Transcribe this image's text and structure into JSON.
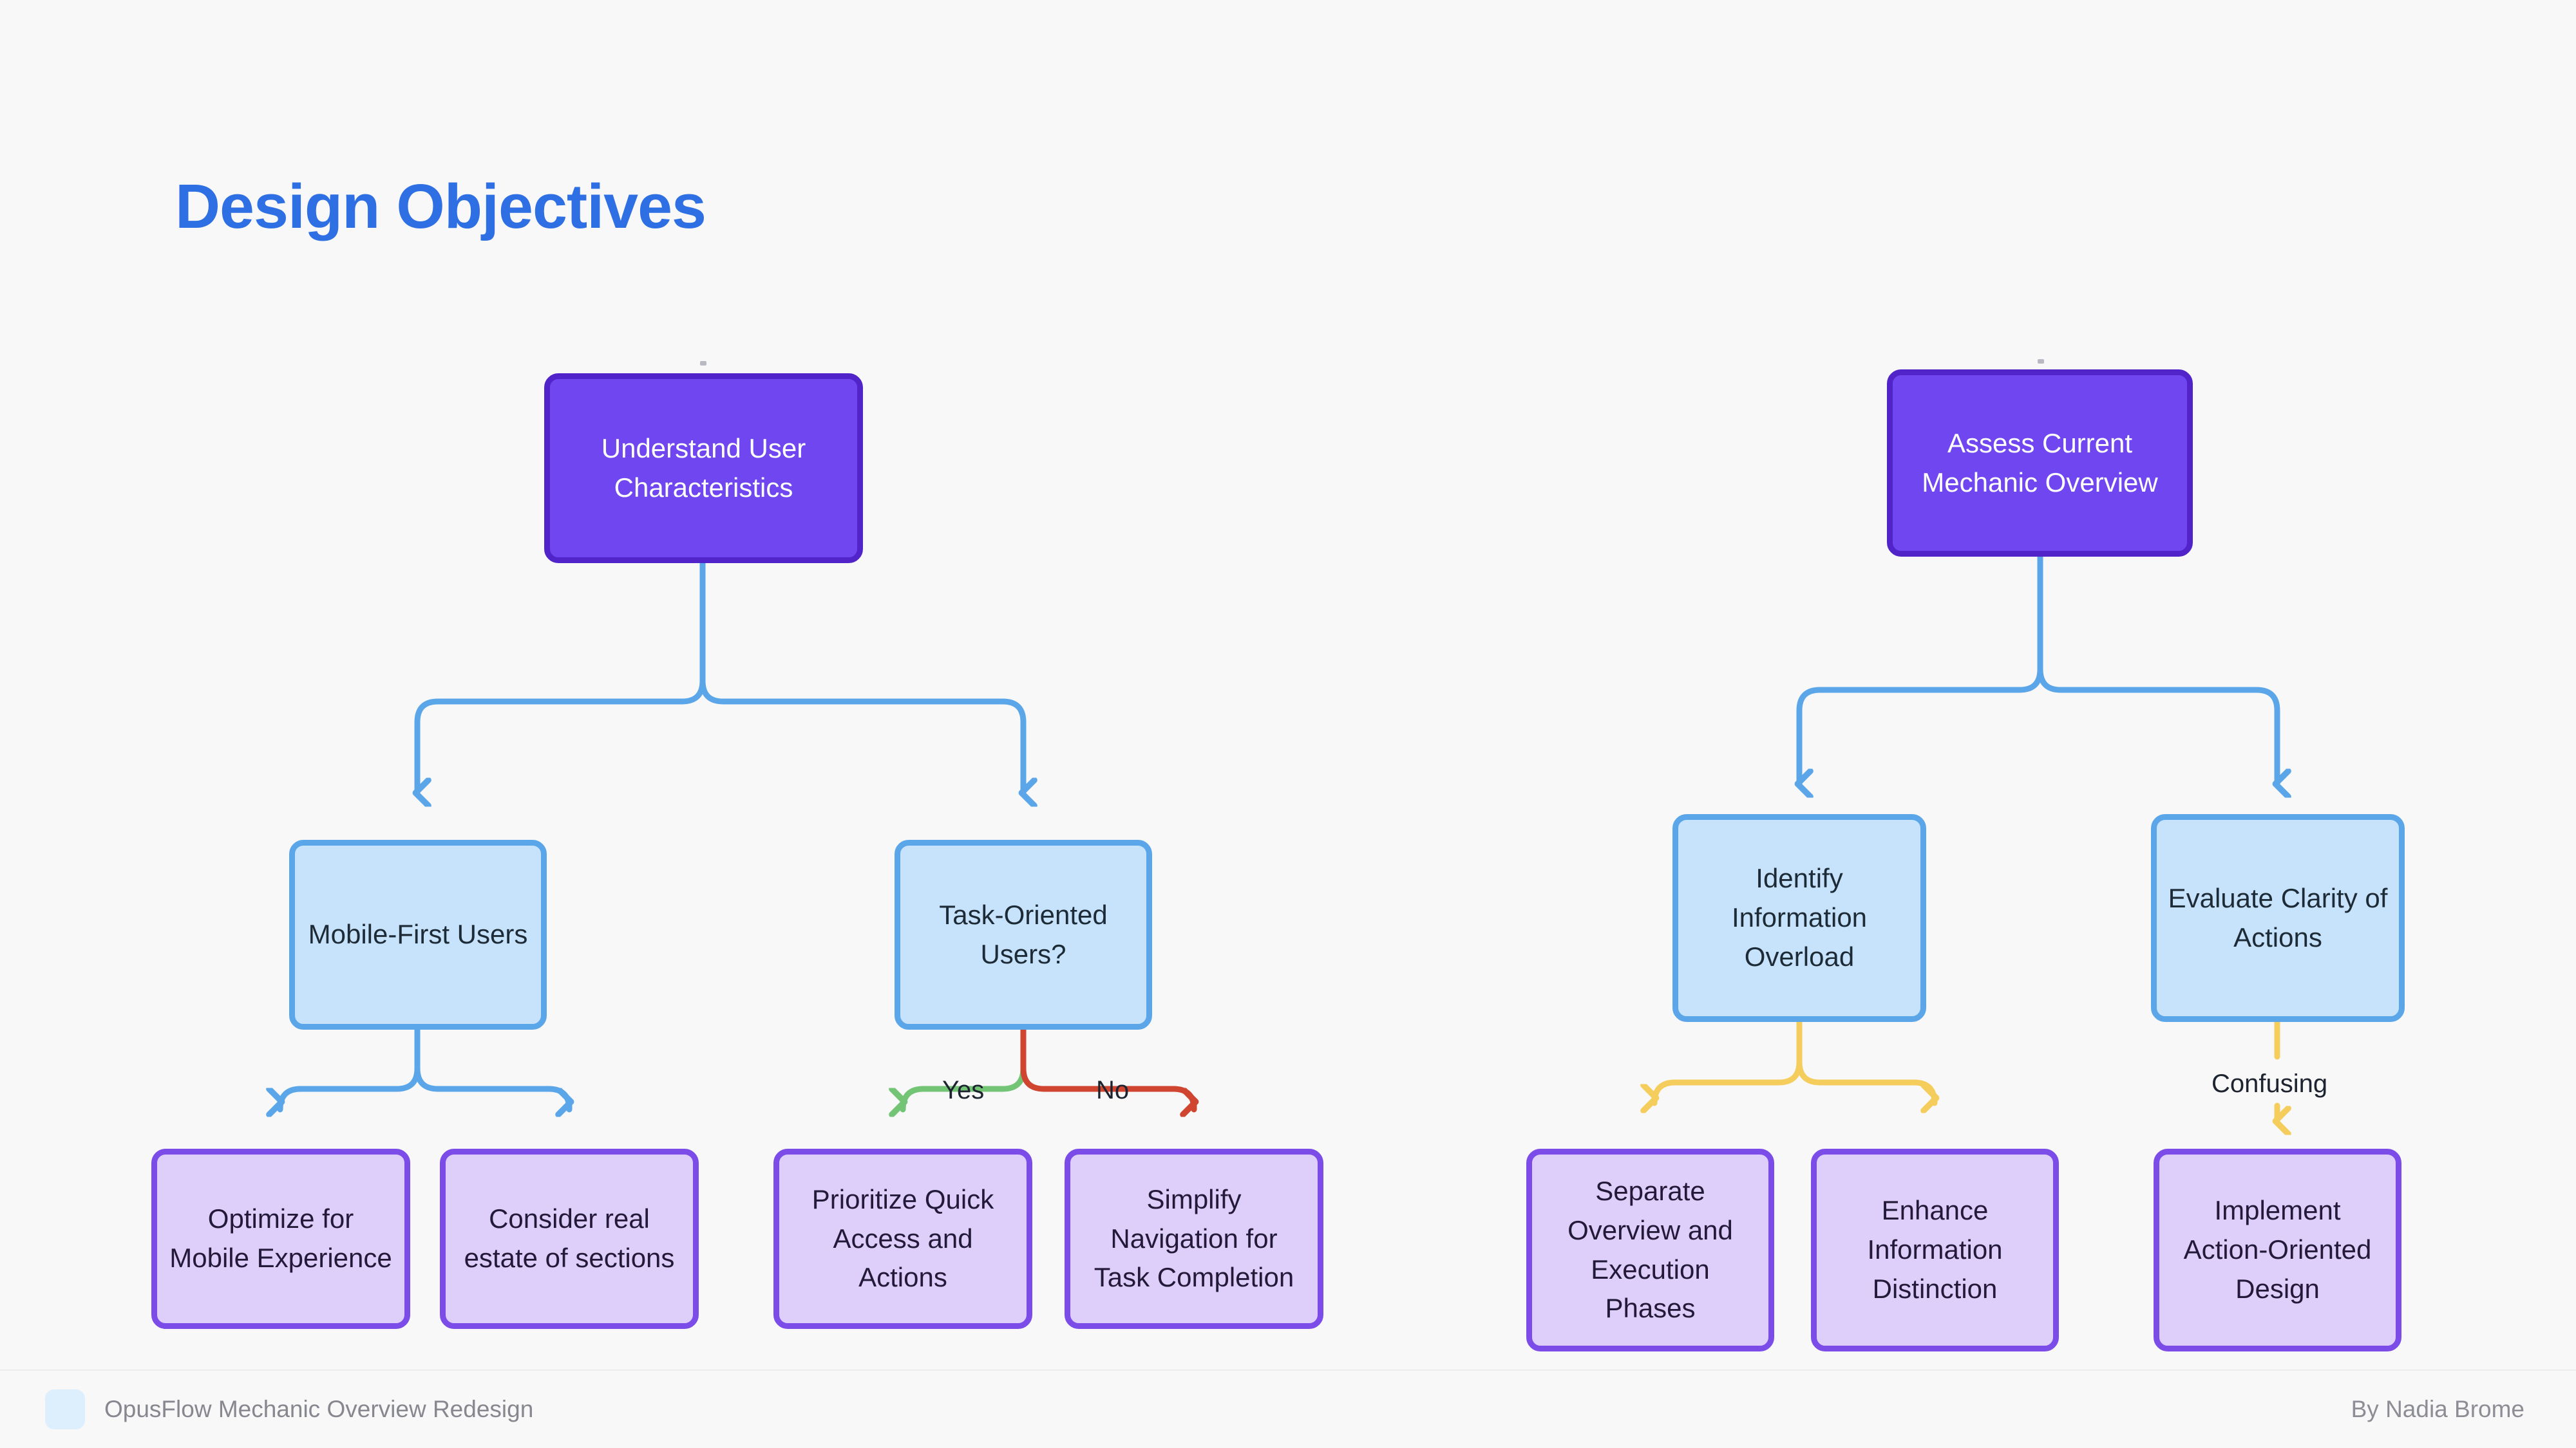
{
  "page": {
    "title": "Design Objectives",
    "title_color": "#2f6fe4",
    "background_color": "#f8f8f9"
  },
  "palette": {
    "root_fill": "#7046f0",
    "root_border": "#5024c8",
    "mid_fill": "#c7e2fb",
    "mid_border": "#5ba6e8",
    "leaf_fill": "#ddcffa",
    "leaf_border": "#7c4ce8",
    "edge_blue": "#5ba6e8",
    "edge_yellow": "#f5cd5c",
    "edge_green": "#74c476",
    "edge_red": "#d0452f"
  },
  "flowcharts": [
    {
      "id": "user-characteristics-tree",
      "root": {
        "label": "Understand User Characteristics"
      },
      "branches": [
        {
          "mid": {
            "label": "Mobile-First Users"
          },
          "edge_color": "#5ba6e8",
          "leaves": [
            {
              "label": "Optimize for Mobile Experience",
              "edge_label": "",
              "edge_color": "#5ba6e8"
            },
            {
              "label": "Consider real estate of sections",
              "edge_label": "",
              "edge_color": "#5ba6e8"
            }
          ]
        },
        {
          "mid": {
            "label": "Task-Oriented Users?"
          },
          "edge_color": "#5ba6e8",
          "leaves": [
            {
              "label": "Prioritize Quick Access and Actions",
              "edge_label": "Yes",
              "edge_color": "#74c476"
            },
            {
              "label": "Simplify Navigation for Task Completion",
              "edge_label": "No",
              "edge_color": "#d0452f"
            }
          ]
        }
      ]
    },
    {
      "id": "mechanic-overview-tree",
      "root": {
        "label": "Assess Current Mechanic Overview"
      },
      "branches": [
        {
          "mid": {
            "label": "Identify Information Overload"
          },
          "edge_color": "#5ba6e8",
          "leaves": [
            {
              "label": "Separate Overview and Execution Phases",
              "edge_label": "",
              "edge_color": "#f5cd5c"
            },
            {
              "label": "Enhance Information Distinction",
              "edge_label": "",
              "edge_color": "#f5cd5c"
            }
          ]
        },
        {
          "mid": {
            "label": "Evaluate Clarity of Actions"
          },
          "edge_color": "#5ba6e8",
          "leaves": [
            {
              "label": "Implement Action-Oriented Design",
              "edge_label": "Confusing",
              "edge_color": "#f5cd5c"
            }
          ]
        }
      ]
    }
  ],
  "nodes": {
    "left_root": "Understand User Characteristics",
    "left_mid_1": "Mobile-First Users",
    "left_mid_2": "Task-Oriented Users?",
    "left_leaf_1": "Optimize for Mobile Experience",
    "left_leaf_2": "Consider real estate of sections",
    "left_leaf_3": "Prioritize Quick Access and Actions",
    "left_leaf_4": "Simplify Navigation for Task Completion",
    "right_root": "Assess Current Mechanic Overview",
    "right_mid_1": "Identify Information Overload",
    "right_mid_2": "Evaluate Clarity of Actions",
    "right_leaf_1": "Separate Overview and Execution Phases",
    "right_leaf_2": "Enhance Information Distinction",
    "right_leaf_3": "Implement Action-Oriented Design"
  },
  "edge_labels": {
    "yes": "Yes",
    "no": "No",
    "confusing": "Confusing"
  },
  "footer": {
    "title": "OpusFlow Mechanic Overview Redesign",
    "author": "By Nadia Brome",
    "logo_icon": "rounded-square-icon"
  }
}
